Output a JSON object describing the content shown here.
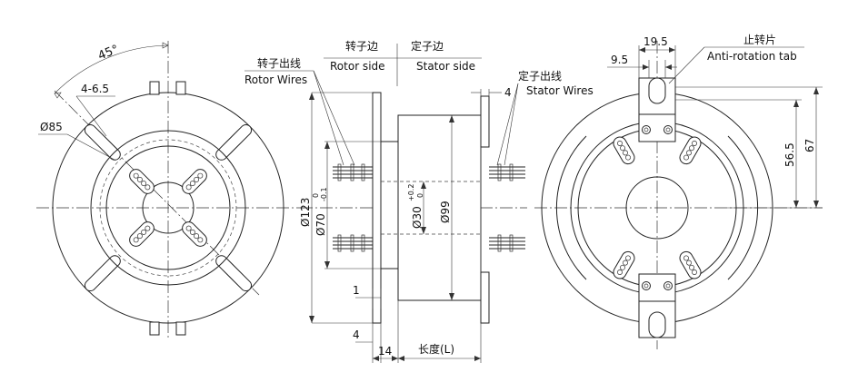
{
  "labels": {
    "rotor_side_cn": "转子边",
    "rotor_side_en": "Rotor side",
    "stator_side_cn": "定子边",
    "stator_side_en": "Stator side",
    "rotor_wires_cn": "转子出线",
    "rotor_wires_en": "Rotor Wires",
    "stator_wires_cn": "定子出线",
    "stator_wires_en": "Stator Wires",
    "anti_rotation_cn": "止转片",
    "anti_rotation_en": "Anti-rotation tab",
    "length_label": "长度(L)"
  },
  "dimensions": {
    "angle": "45°",
    "slot": "4-6.5",
    "dia_85": "Ø85",
    "dia_123": "Ø123",
    "dia_70": "Ø70",
    "dia_70_tol_upper": "0",
    "dia_70_tol_lower": "-0.1",
    "dia_30": "Ø30",
    "dia_30_tol_upper": "+0.2",
    "dia_30_tol_lower": "0",
    "dia_99": "Ø99",
    "flange_4_top": "4",
    "flange_1": "1",
    "flange_4_bottom": "4",
    "flange_14": "14",
    "tab_19_5": "19.5",
    "tab_9_5": "9.5",
    "tab_56_5": "56.5",
    "tab_67": "67"
  }
}
